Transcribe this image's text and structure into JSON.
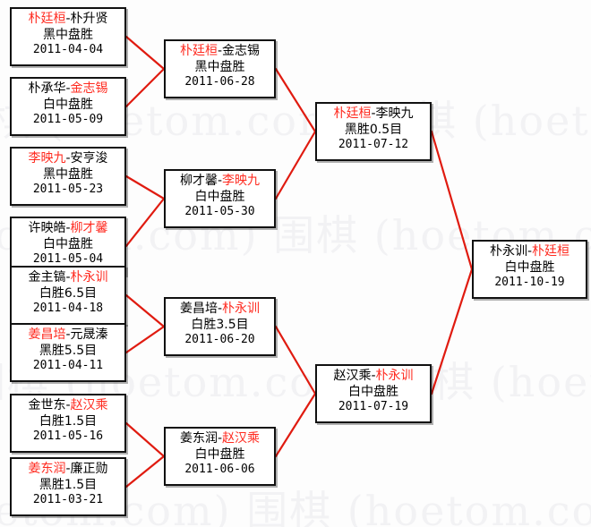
{
  "watermark": {
    "text": "围棋 (hoetom.com) 围棋 (hoetom.com) 围棋 (hoetom.com)"
  },
  "colors": {
    "winner": "#ff2b20",
    "loser": "#000000",
    "connector": "#e01b10",
    "box_border": "#111111",
    "background": "#fdfdfd"
  },
  "bracket": {
    "round1": [
      {
        "p1": "朴廷桓",
        "p2": "朴升贤",
        "p1_win": true,
        "result": "黑中盘胜",
        "date": "2011-04-04"
      },
      {
        "p1": "朴承华",
        "p2": "金志锡",
        "p1_win": false,
        "result": "白中盘胜",
        "date": "2011-05-09"
      },
      {
        "p1": "李映九",
        "p2": "安亨浚",
        "p1_win": true,
        "result": "黑中盘胜",
        "date": "2011-05-23"
      },
      {
        "p1": "许映皓",
        "p2": "柳才馨",
        "p1_win": false,
        "result": "白中盘胜",
        "date": "2011-05-04"
      },
      {
        "p1": "金主镐",
        "p2": "朴永训",
        "p1_win": false,
        "result": "白胜6.5目",
        "date": "2011-04-18"
      },
      {
        "p1": "姜昌培",
        "p2": "元晟溱",
        "p1_win": true,
        "result": "黑胜5.5目",
        "date": "2011-04-11"
      },
      {
        "p1": "金世东",
        "p2": "赵汉乘",
        "p1_win": false,
        "result": "白胜1.5目",
        "date": "2011-05-16"
      },
      {
        "p1": "姜东润",
        "p2": "廉正勋",
        "p1_win": true,
        "result": "黑胜1.5目",
        "date": "2011-03-21"
      }
    ],
    "round2": [
      {
        "p1": "朴廷桓",
        "p2": "金志锡",
        "p1_win": true,
        "result": "黑中盘胜",
        "date": "2011-06-28"
      },
      {
        "p1": "柳才馨",
        "p2": "李映九",
        "p1_win": false,
        "result": "白中盘胜",
        "date": "2011-05-30"
      },
      {
        "p1": "姜昌培",
        "p2": "朴永训",
        "p1_win": false,
        "result": "白胜3.5目",
        "date": "2011-06-20"
      },
      {
        "p1": "姜东润",
        "p2": "赵汉乘",
        "p1_win": false,
        "result": "白中盘胜",
        "date": "2011-06-06"
      }
    ],
    "round3": [
      {
        "p1": "朴廷桓",
        "p2": "李映九",
        "p1_win": true,
        "result": "黑胜0.5目",
        "date": "2011-07-12"
      },
      {
        "p1": "赵汉乘",
        "p2": "朴永训",
        "p1_win": false,
        "result": "白中盘胜",
        "date": "2011-07-19"
      }
    ],
    "round4": [
      {
        "p1": "朴永训",
        "p2": "朴廷桓",
        "p1_win": false,
        "result": "白中盘胜",
        "date": "2011-10-19"
      }
    ]
  }
}
